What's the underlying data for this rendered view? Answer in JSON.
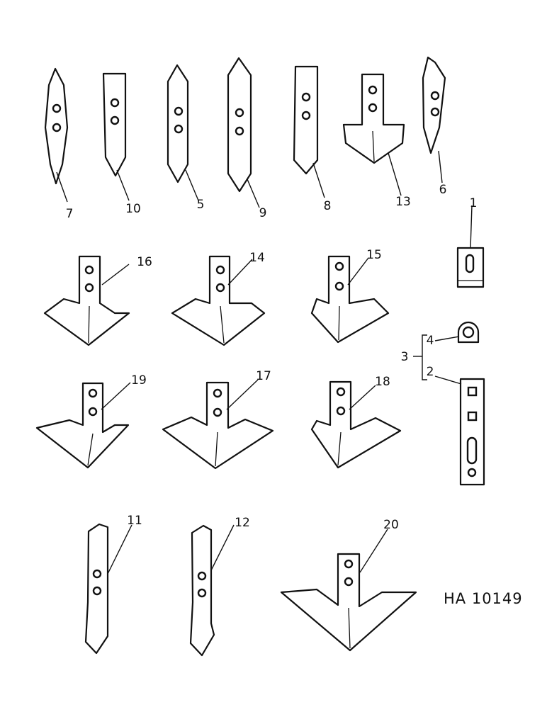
{
  "labels": {
    "p1": "1",
    "p2": "2",
    "p3": "3",
    "p4": "4",
    "p5": "5",
    "p6": "6",
    "p7": "7",
    "p8": "8",
    "p9": "9",
    "p10": "10",
    "p11": "11",
    "p12": "12",
    "p13": "13",
    "p14": "14",
    "p15": "15",
    "p16": "16",
    "p17": "17",
    "p18": "18",
    "p19": "19",
    "p20": "20"
  },
  "drawing_code": "HA 10149"
}
